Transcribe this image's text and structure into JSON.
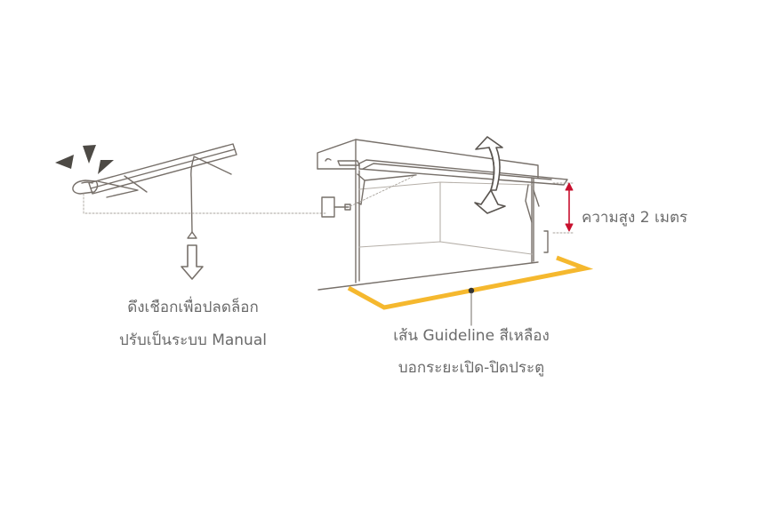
{
  "labels": {
    "manual_release_line1": "ดึงเชือกเพื่อปลดล็อก",
    "manual_release_line2": "ปรับเป็นระบบ Manual",
    "height_label": "ความสูง 2 เมตร",
    "guideline_line1": "เส้น Guideline สีเหลือง",
    "guideline_line2": "บอกระยะเปิด-ปิดประตู"
  },
  "colors": {
    "line": "#77706a",
    "light_line": "#a9a39c",
    "guideline_yellow": "#f5b82e",
    "height_arrow_red": "#c8102e",
    "text": "#6b6b6b"
  },
  "icons": [
    "lock-release-burst-icon",
    "down-arrow-icon",
    "rotate-arrows-icon",
    "height-arrow-icon"
  ]
}
